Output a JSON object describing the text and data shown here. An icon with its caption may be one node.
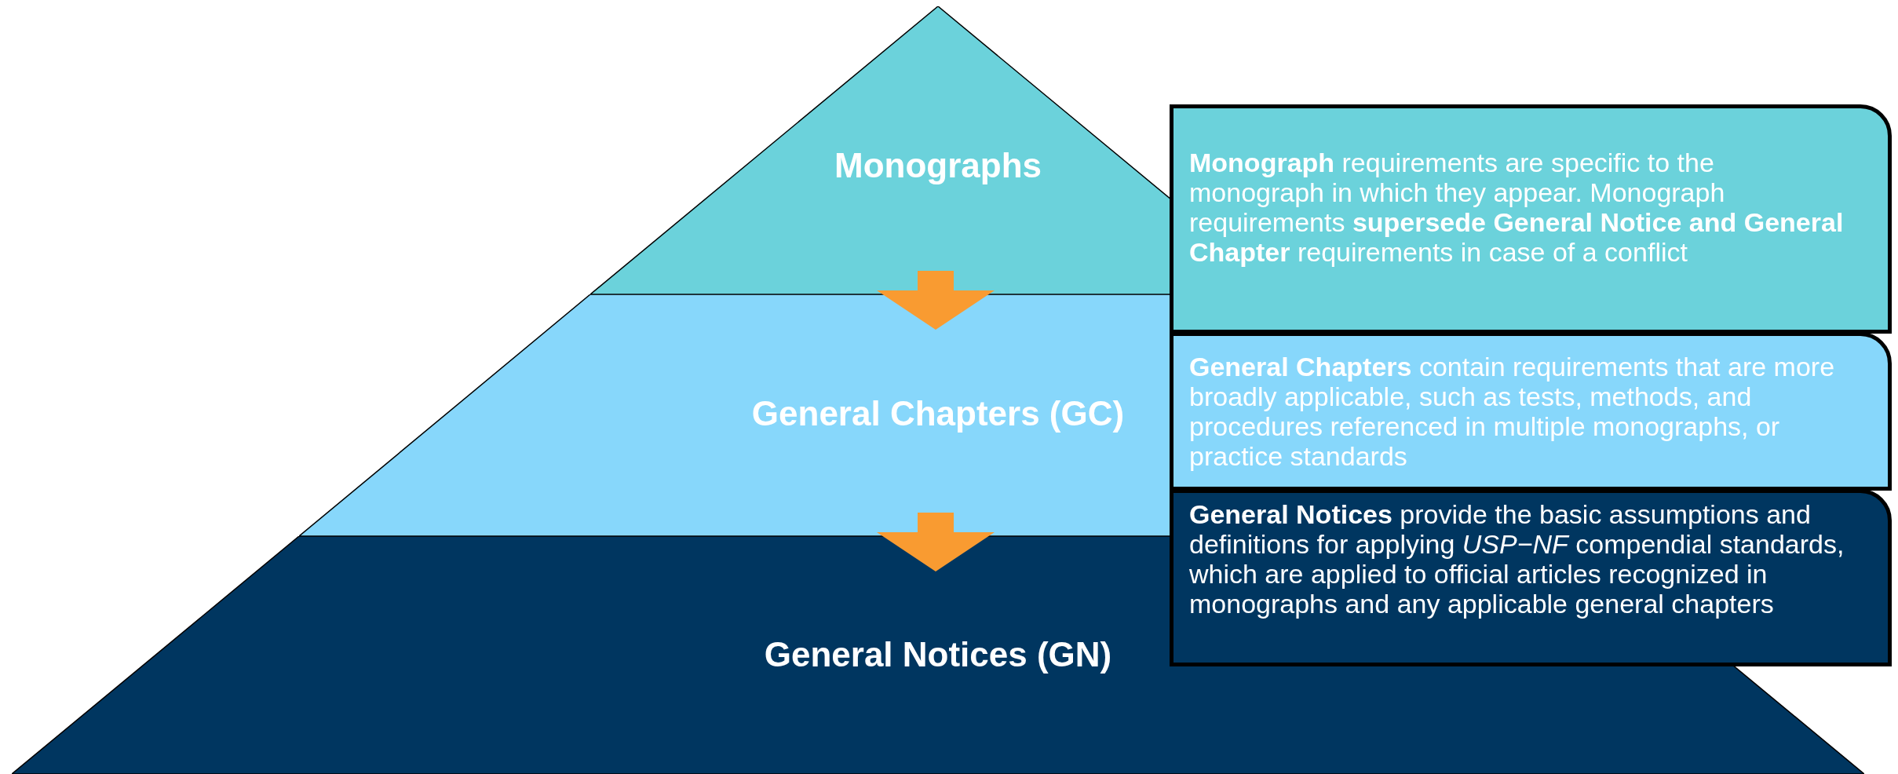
{
  "diagram": {
    "nodes": [
      {
        "text": [
          "Monographs"
        ]
      },
      {
        "text": [
          "General Chapters (GC)"
        ]
      },
      {
        "text": [
          "General Notices (GN)"
        ]
      },
      {
        "text": [
          "**Monograph** requirements are specific to the monograph in which they appear. Monograph requirements **supersede General Notice and General Chapter** requirements in case of a conflict"
        ]
      },
      {
        "text": [
          "**General Chapters** contain requirements that are more broadly applicable, such as tests, methods, and procedures referenced in multiple monographs, or practice standards"
        ]
      },
      {
        "text": [
          "**General Notices** provide the basic assumptions and definitions for applying *USP−NF* compendial standards, which are applied to official articles recognized in monographs and any applicable general chapters"
        ]
      }
    ],
    "edges": [
      {
        "from": 0,
        "to": 1,
        "arrow": "to"
      },
      {
        "from": 1,
        "to": 2,
        "arrow": "to"
      }
    ]
  }
}
